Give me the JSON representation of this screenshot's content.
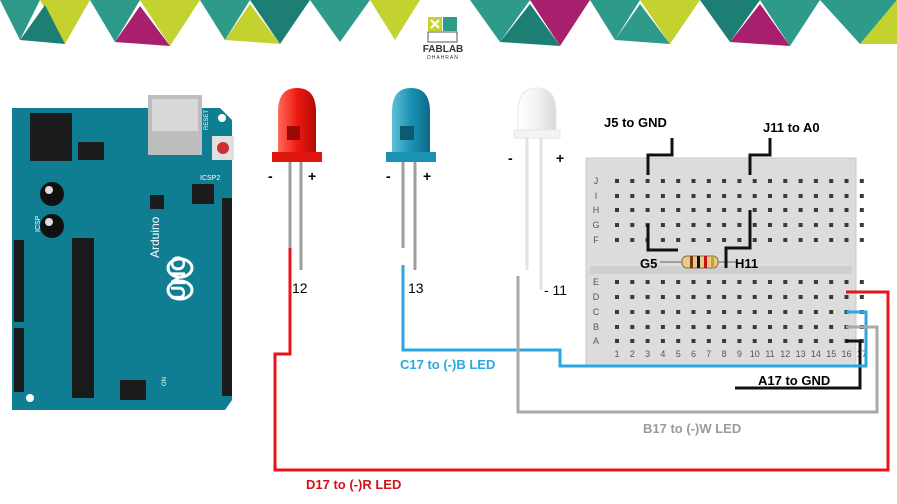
{
  "logo": {
    "name": "FABLAB",
    "city": "DHAHRAN"
  },
  "arduino": {
    "brand": "Arduino",
    "model": "UNO",
    "reset_label": "RESET",
    "icsp_label": "ICSP",
    "icsp2_label": "ICSP2",
    "on_label": "ON"
  },
  "leds": [
    {
      "color_name": "red",
      "minus": "-",
      "plus": "+",
      "pin": "12"
    },
    {
      "color_name": "blue",
      "minus": "-",
      "plus": "+",
      "pin": "13"
    },
    {
      "color_name": "white",
      "minus": "-",
      "plus": "+",
      "pin": "- 11"
    }
  ],
  "breadboard": {
    "rows_top": [
      "J",
      "I",
      "H",
      "G",
      "F"
    ],
    "rows_bottom": [
      "E",
      "D",
      "C",
      "B",
      "A"
    ],
    "columns": [
      "1",
      "2",
      "3",
      "4",
      "5",
      "6",
      "7",
      "8",
      "9",
      "10",
      "11",
      "12",
      "13",
      "14",
      "15",
      "16",
      "17"
    ],
    "resistor_left": "G5",
    "resistor_right": "H11"
  },
  "labels": {
    "j5": "J5 to GND",
    "j11": "J11 to A0",
    "c17": "C17 to (-)B LED",
    "a17": "A17 to GND",
    "b17": "B17 to (-)W LED",
    "d17": "D17 to (-)R LED"
  },
  "colors": {
    "red_wire": "#e8141c",
    "blue_wire": "#2aa7e0",
    "gray_wire": "#a9a9a9",
    "black_wire": "#111111",
    "arduino_board": "#0f7d92",
    "breadboard": "#dcdcdc",
    "label_red": "#d0141c",
    "label_blue": "#2aa7e0",
    "label_gray": "#9a9a9a"
  }
}
